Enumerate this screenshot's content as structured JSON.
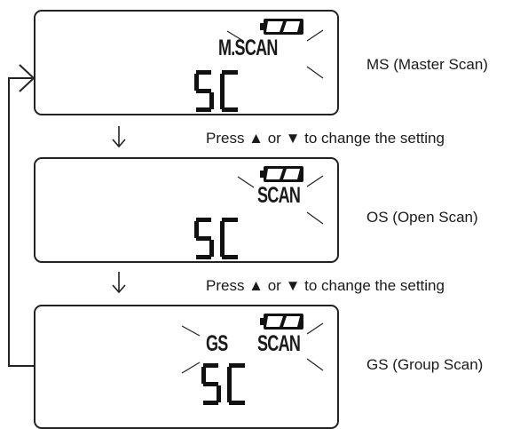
{
  "screens": [
    {
      "indicator": "M.SCAN",
      "channel_display": "SC",
      "mode_caption": "MS (Master Scan)"
    },
    {
      "indicator": "SCAN",
      "channel_display": "SC",
      "mode_caption": "OS (Open Scan)"
    },
    {
      "group_indicator": "GS",
      "indicator": "SCAN",
      "channel_display": "SC",
      "mode_caption": "GS (Group Scan)"
    }
  ],
  "instructions": [
    "Press ▲ or ▼ to change the setting",
    "Press ▲ or ▼ to change the setting"
  ],
  "icons": {
    "battery": "battery-icon",
    "step_arrow": "down-arrow-icon",
    "loop_arrow": "loop-back-arrow-icon"
  }
}
